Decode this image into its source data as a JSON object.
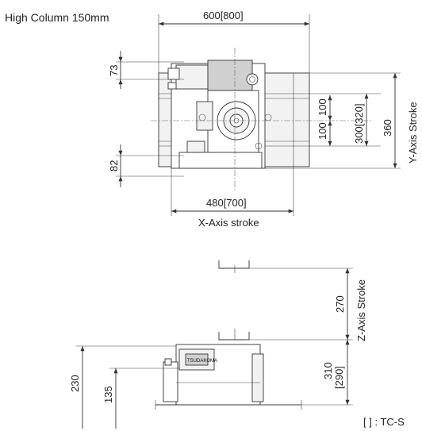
{
  "title": "High Column 150mm",
  "top_view": {
    "width_dim": "600[800]",
    "stroke_width_dim": "480[700]",
    "x_axis_label": "X-Axis stroke",
    "dim_73": "73",
    "dim_82": "82",
    "dim_100a": "100",
    "dim_100b": "100",
    "dim_300": "300[320]",
    "dim_360": "360",
    "y_axis_label": "Y-Axis Stroke"
  },
  "side_view": {
    "dim_230": "230",
    "dim_135": "135",
    "dim_270": "270",
    "z_axis_label": "Z-Axis Stroke",
    "dim_310": "310",
    "dim_290": "[290]",
    "badge_text": "TSUDAKOMA"
  },
  "note": "[ ] : TC-S"
}
